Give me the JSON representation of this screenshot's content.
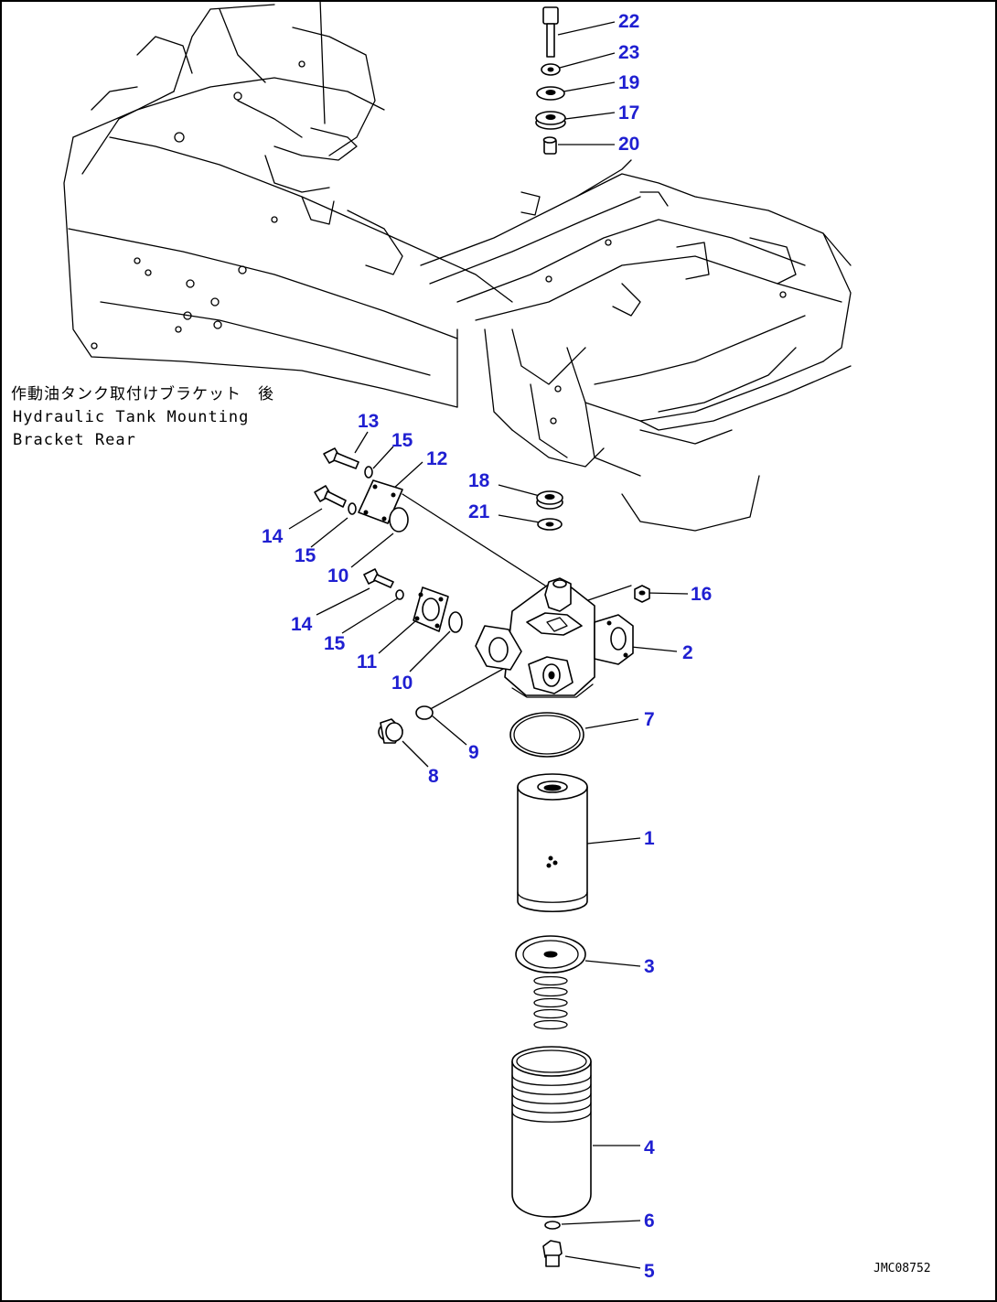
{
  "caption": {
    "jp": "作動油タンク取付けブラケット　後",
    "en_line1": "Hydraulic Tank Mounting",
    "en_line2": "Bracket Rear"
  },
  "drawing_code": "JMC08752",
  "callouts": [
    "22",
    "23",
    "19",
    "17",
    "20",
    "13",
    "15",
    "12",
    "18",
    "21",
    "14",
    "15",
    "10",
    "14",
    "15",
    "11",
    "10",
    "16",
    "2",
    "7",
    "9",
    "8",
    "1",
    "3",
    "4",
    "6",
    "5"
  ]
}
